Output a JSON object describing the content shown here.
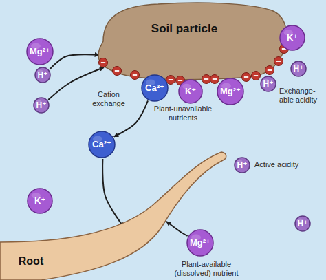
{
  "diagram": {
    "nodes": [
      {
        "text": [
          "Soil particle"
        ]
      },
      {
        "text": [
          "Mg²⁺"
        ]
      },
      {
        "text": [
          "K⁺"
        ]
      },
      {
        "text": [
          "H⁺"
        ]
      },
      {
        "text": [
          "H⁺"
        ]
      },
      {
        "text": [
          "H⁺"
        ]
      },
      {
        "text": [
          "Ca²⁺"
        ]
      },
      {
        "text": [
          "K⁺"
        ]
      },
      {
        "text": [
          "Mg²⁺"
        ]
      },
      {
        "text": [
          "H⁺"
        ]
      },
      {
        "text": [
          "Ca²⁺"
        ]
      },
      {
        "text": [
          "H⁺"
        ]
      },
      {
        "text": [
          "K⁺"
        ]
      },
      {
        "text": [
          "H⁺"
        ]
      },
      {
        "text": [
          "Mg²⁺"
        ]
      },
      {
        "text": [
          "Root"
        ]
      }
    ],
    "edges": [
      {
        "from": 4,
        "to": 0,
        "arrow": "to"
      },
      {
        "from": 9,
        "to": 0,
        "arrow": "to"
      },
      {
        "from": 6,
        "to": 10,
        "arrow": "to"
      },
      {
        "from": 10,
        "to": 15,
        "arrow": "to"
      },
      {
        "from": 14,
        "to": 15,
        "arrow": "to"
      }
    ],
    "labels": [
      "Cation exchange",
      "Plant-unavailable nutrients",
      "Exchange- able acidity",
      "Active acidity",
      "Plant-available (dissolved) nutrient"
    ]
  }
}
